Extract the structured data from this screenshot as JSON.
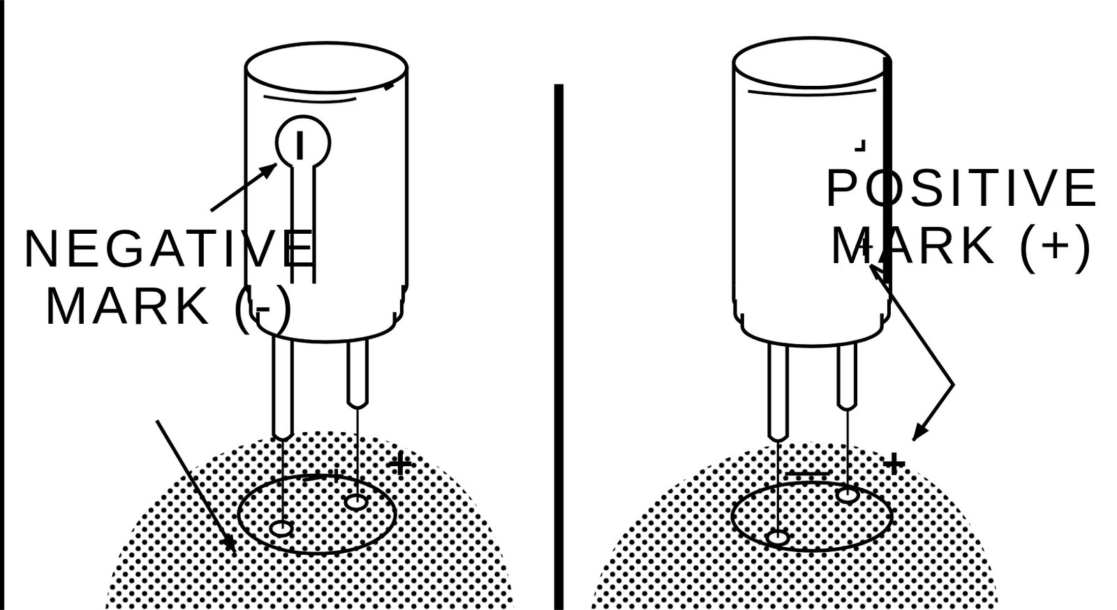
{
  "diagram": {
    "labels": [
      "NEGATIVE MARK (-)",
      "+",
      "POSITIVE MARK (+)",
      "+",
      "+"
    ]
  }
}
